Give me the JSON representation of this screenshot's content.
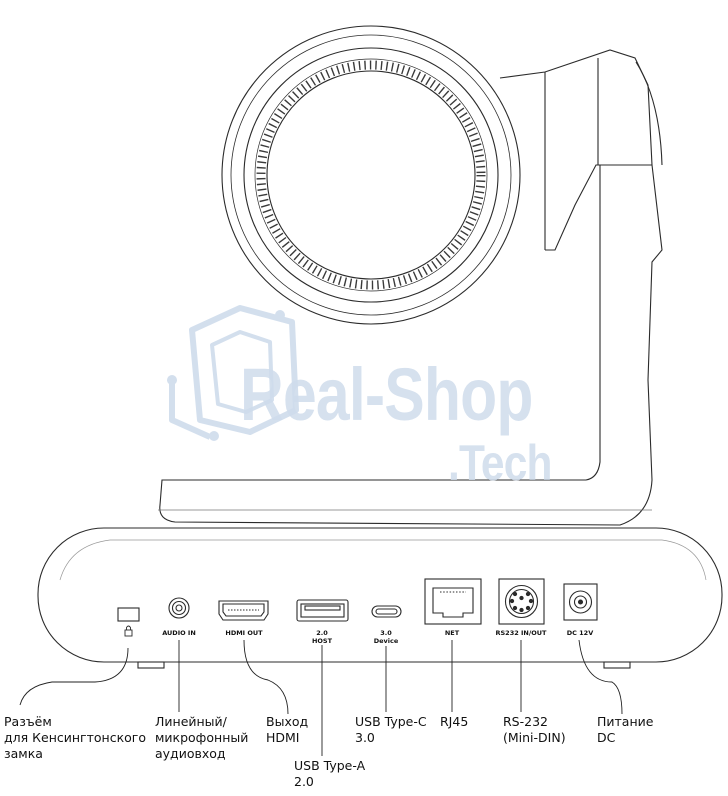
{
  "watermark": {
    "line1": "Real-Shop",
    "line2": ".Tech"
  },
  "ports": [
    {
      "id": "kensington",
      "label": "",
      "icon": "lock-icon"
    },
    {
      "id": "audio",
      "label": "AUDIO IN"
    },
    {
      "id": "hdmi",
      "label": "HDMI OUT"
    },
    {
      "id": "usba",
      "label": "2.0",
      "sublabel": "HOST"
    },
    {
      "id": "usbc",
      "label": "3.0",
      "sublabel": "Device"
    },
    {
      "id": "net",
      "label": "NET"
    },
    {
      "id": "rs232",
      "label": "RS232 IN/OUT"
    },
    {
      "id": "dc",
      "label": "DC 12V"
    }
  ],
  "callouts": {
    "kensington": [
      "Разъём",
      "для Кенсингтонского",
      "замка"
    ],
    "audio": [
      "Линейный/",
      "микрофонный",
      "аудиовход"
    ],
    "hdmi": [
      "Выход",
      "HDMI"
    ],
    "usba": [
      "USB Type-A",
      "2.0"
    ],
    "usbc": [
      "USB Type-C",
      "3.0"
    ],
    "net": [
      "RJ45"
    ],
    "rs232": [
      "RS-232",
      "(Mini-DIN)"
    ],
    "dc": [
      "Питание",
      "DC"
    ]
  }
}
